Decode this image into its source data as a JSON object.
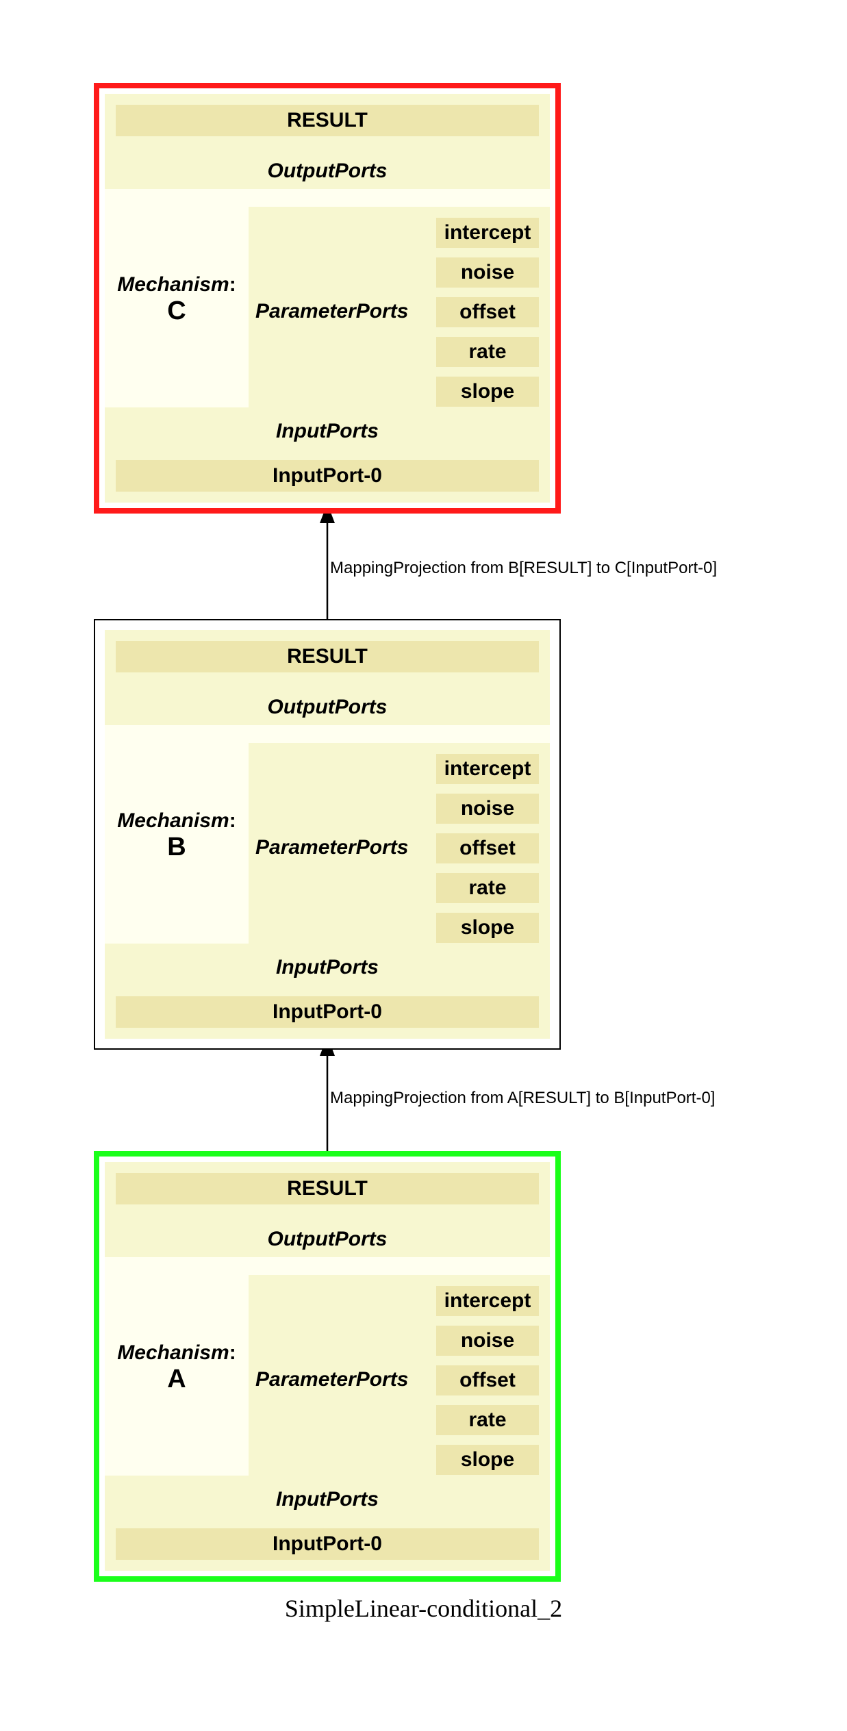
{
  "diagram": {
    "caption": "SimpleLinear-conditional_2",
    "mechanisms": [
      {
        "id": "C",
        "label": "Mechanism",
        "colon": ":",
        "name": "C",
        "border_color": "#ff1a1a",
        "output_ports_title": "OutputPorts",
        "output_port": "RESULT",
        "parameter_ports_title": "ParameterPorts",
        "parameter_ports": [
          "intercept",
          "noise",
          "offset",
          "rate",
          "slope"
        ],
        "input_ports_title": "InputPorts",
        "input_port": "InputPort-0"
      },
      {
        "id": "B",
        "label": "Mechanism",
        "colon": ":",
        "name": "B",
        "border_color": "#000000",
        "output_ports_title": "OutputPorts",
        "output_port": "RESULT",
        "parameter_ports_title": "ParameterPorts",
        "parameter_ports": [
          "intercept",
          "noise",
          "offset",
          "rate",
          "slope"
        ],
        "input_ports_title": "InputPorts",
        "input_port": "InputPort-0"
      },
      {
        "id": "A",
        "label": "Mechanism",
        "colon": ":",
        "name": "A",
        "border_color": "#1aff1a",
        "output_ports_title": "OutputPorts",
        "output_port": "RESULT",
        "parameter_ports_title": "ParameterPorts",
        "parameter_ports": [
          "intercept",
          "noise",
          "offset",
          "rate",
          "slope"
        ],
        "input_ports_title": "InputPorts",
        "input_port": "InputPort-0"
      }
    ],
    "projections": [
      {
        "label": "MappingProjection from B[RESULT] to C[InputPort-0]"
      },
      {
        "label": "MappingProjection from A[RESULT] to B[InputPort-0]"
      }
    ]
  }
}
